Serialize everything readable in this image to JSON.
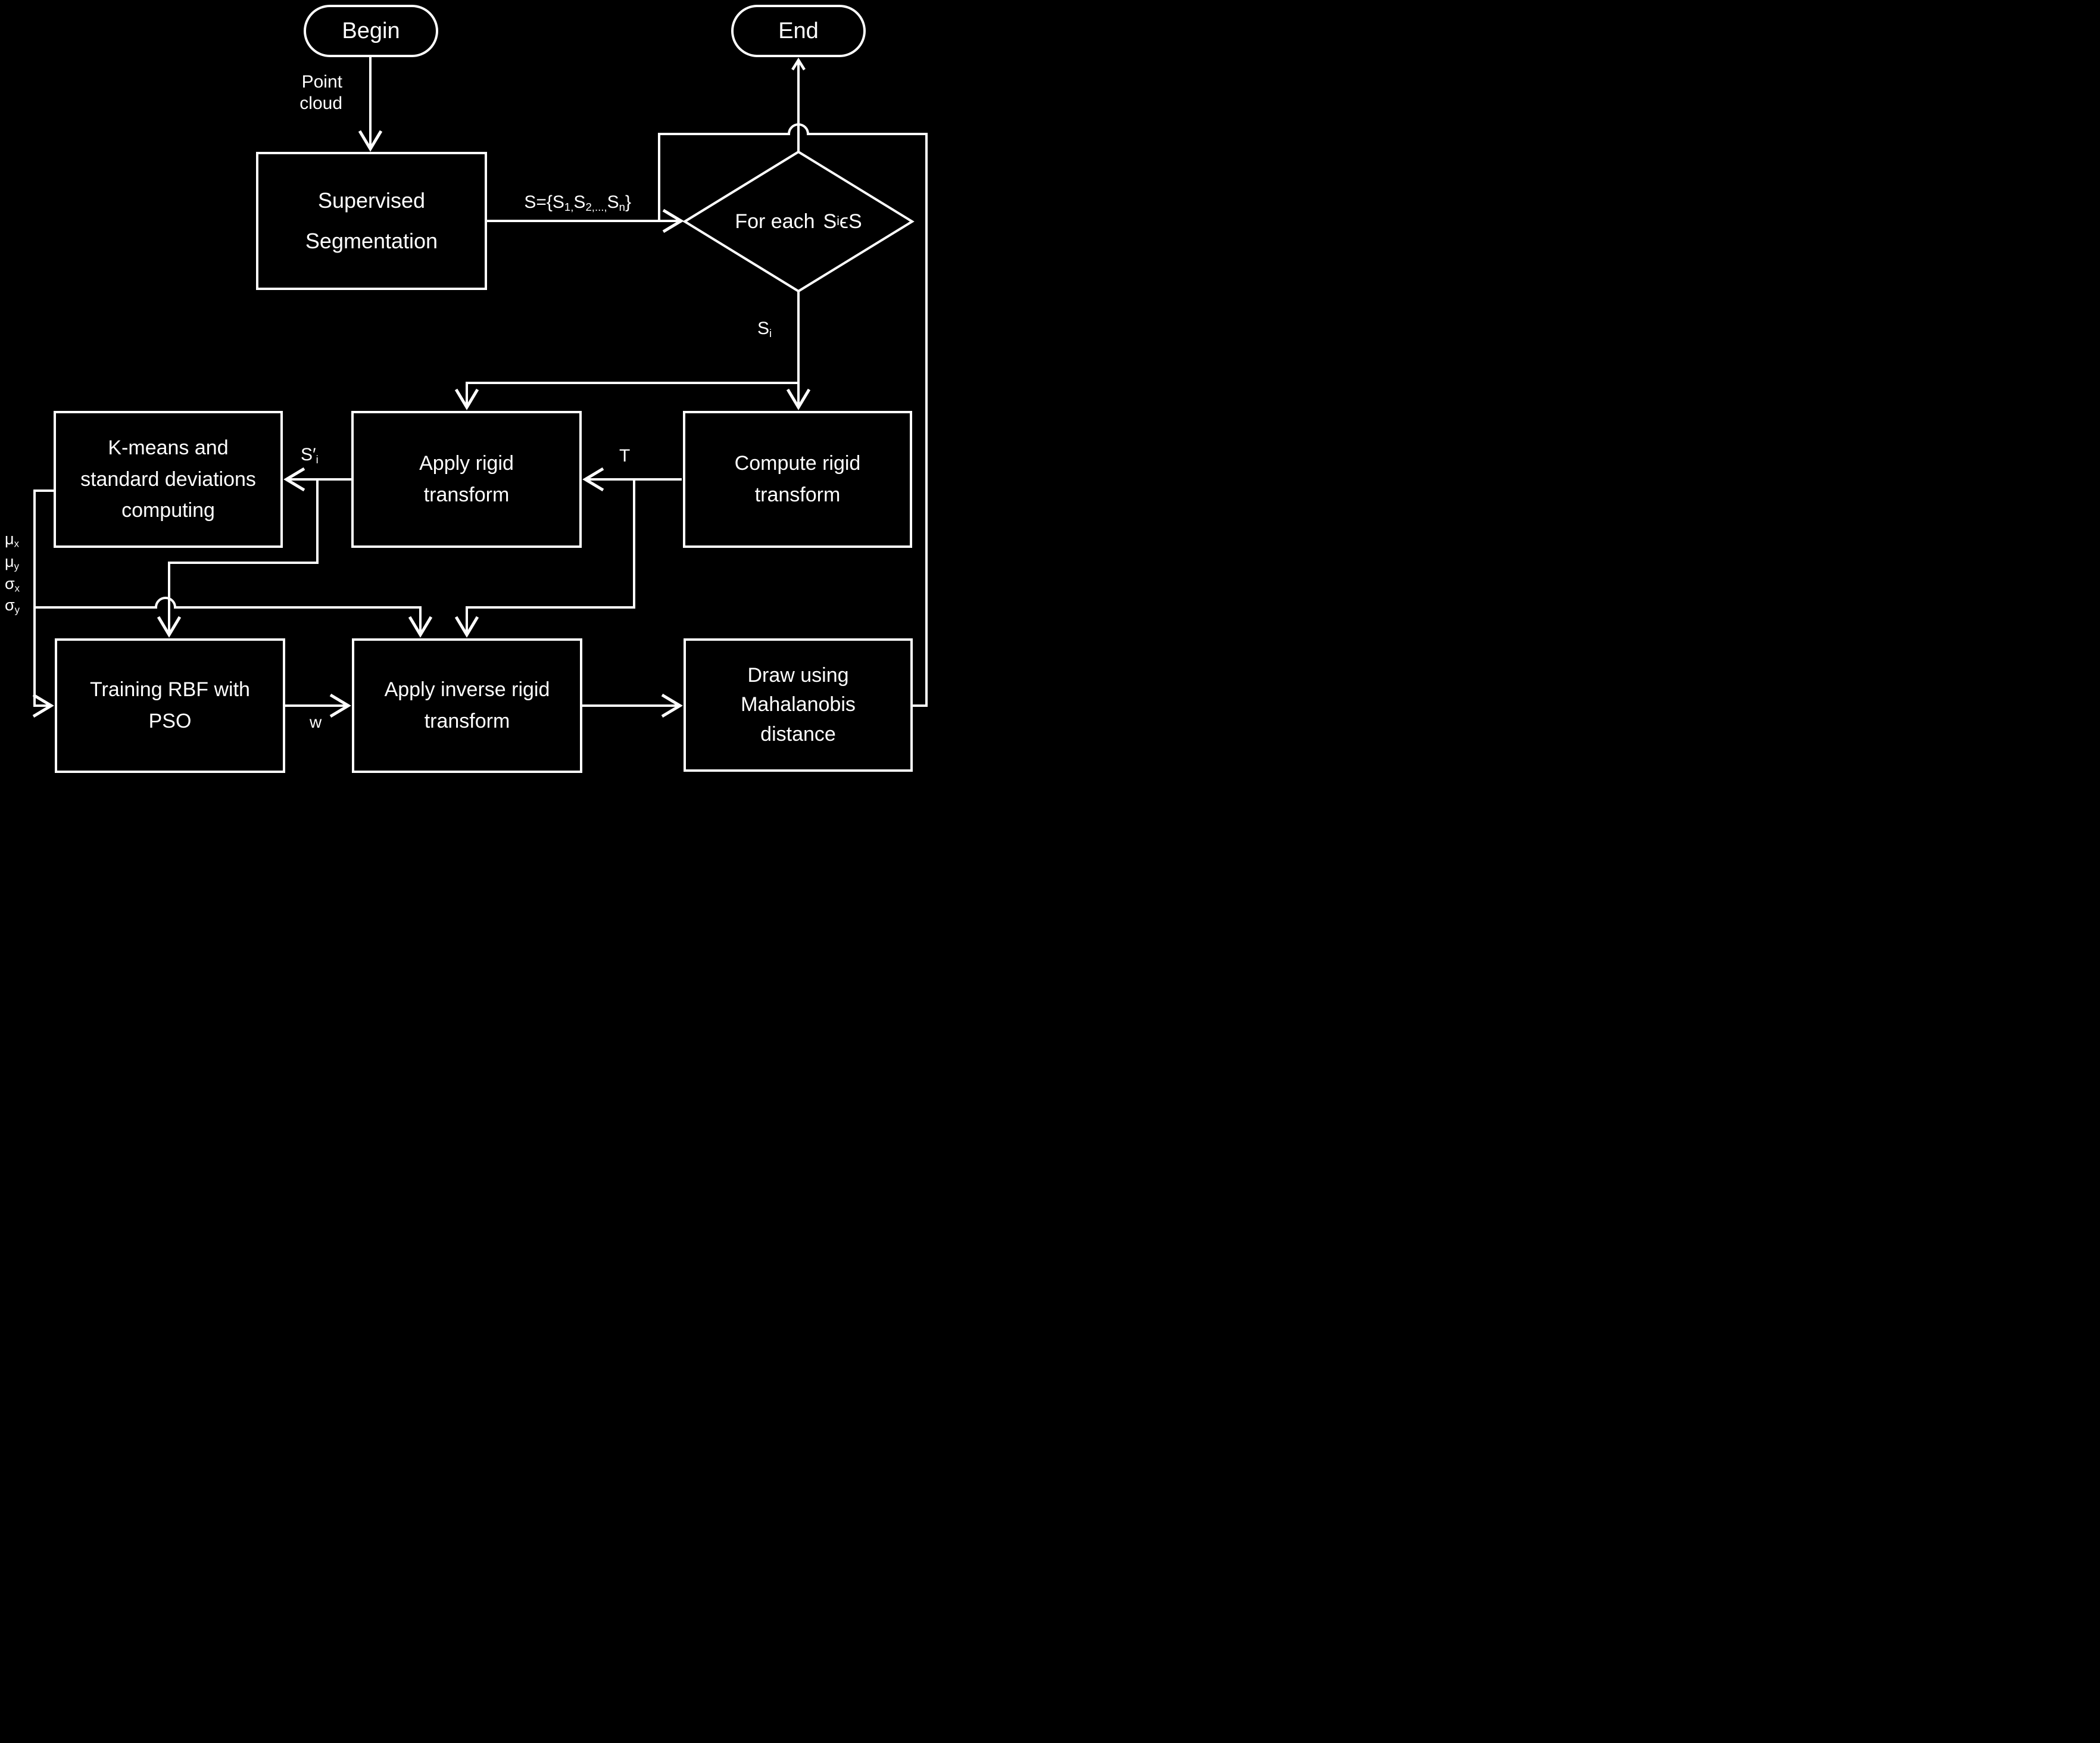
{
  "diagram": {
    "colors": {
      "background": "#000000",
      "line": "#ffffff",
      "text": "#ffffff"
    },
    "nodes": {
      "begin": {
        "label": "Begin"
      },
      "end": {
        "label": "End"
      },
      "supervised_segmentation": {
        "lines": [
          "Supervised",
          "Segmentation"
        ]
      },
      "for_each": {
        "prefix": "For each",
        "s": "S",
        "sub": "i",
        "suffix": "ϵS"
      },
      "kmeans": {
        "lines": [
          "K-means and",
          "standard deviations",
          "computing"
        ]
      },
      "apply_rigid": {
        "lines": [
          "Apply rigid",
          "transform"
        ]
      },
      "compute_rigid": {
        "lines": [
          "Compute rigid",
          "transform"
        ]
      },
      "training_rbf": {
        "lines": [
          "Training RBF with",
          "PSO"
        ]
      },
      "apply_inverse": {
        "lines": [
          "Apply inverse rigid",
          "transform"
        ]
      },
      "draw_mahalanobis": {
        "lines": [
          "Draw using",
          "Mahalanobis",
          "distance"
        ]
      }
    },
    "labels": {
      "point_cloud": {
        "line1": "Point",
        "line2": "cloud"
      },
      "set_s": {
        "p1": "S={S",
        "s1": "1,",
        "p2": "S",
        "s2": "2,...,",
        "p3": "S",
        "s3": "n",
        "p4": "}"
      },
      "s_i": {
        "base": "S",
        "sub": "i"
      },
      "s_prime_i": {
        "base": "S′",
        "sub": "i"
      },
      "t": "T",
      "w": "w",
      "mu_x": {
        "base": "μ",
        "sub": "x"
      },
      "mu_y": {
        "base": "μ",
        "sub": "y"
      },
      "sigma_x": {
        "base": "σ",
        "sub": "x"
      },
      "sigma_y": {
        "base": "σ",
        "sub": "y"
      }
    }
  }
}
